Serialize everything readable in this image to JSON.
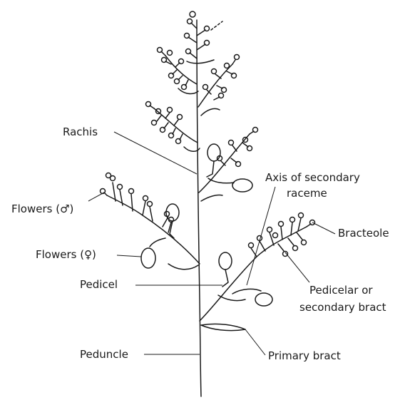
{
  "labels": {
    "rachis": "Rachis",
    "axis_line1": "Axis of secondary",
    "axis_line2": "raceme",
    "flowers_male": "Flowers (♂)",
    "flowers_female": "Flowers (♀)",
    "bracteole": "Bracteole",
    "pedicel": "Pedicel",
    "pedicelar_line1": "Pedicelar or",
    "pedicelar_line2": "secondary bract",
    "peduncle": "Peduncle",
    "primary_bract": "Primary bract"
  },
  "colors": {
    "ink": "#1a1a1a",
    "background": "#ffffff"
  }
}
